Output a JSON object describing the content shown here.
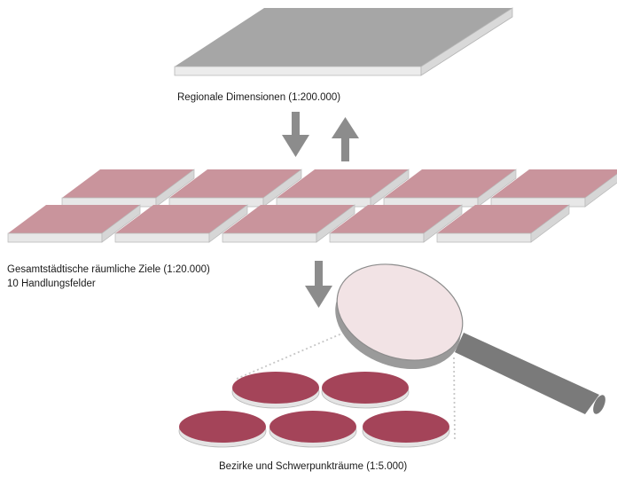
{
  "labels": {
    "regional": "Regionale Dimensionen (1:200.000)",
    "citywide_line1": "Gesamtstädtische räumliche Ziele (1:20.000)",
    "citywide_line2": "10 Handlungsfelder",
    "districts": "Bezirke und Schwerpunkträume (1:5.000)"
  },
  "structure": {
    "top_slab_count": 1,
    "citywide_tiles": 10,
    "district_discs": 5
  },
  "colors": {
    "top_slab": "#a6a6a6",
    "slab_side": "#e7e7e7",
    "tile_face": "#c9949c",
    "disc_face": "#a44459",
    "magnifier_lens": "#f2e3e5",
    "magnifier_handle": "#7a7a7a",
    "arrow": "#8c8c8c"
  },
  "icons": {
    "down_arrow": "arrow-down-icon",
    "up_arrow": "arrow-up-icon",
    "magnifier": "magnifying-glass-icon"
  }
}
